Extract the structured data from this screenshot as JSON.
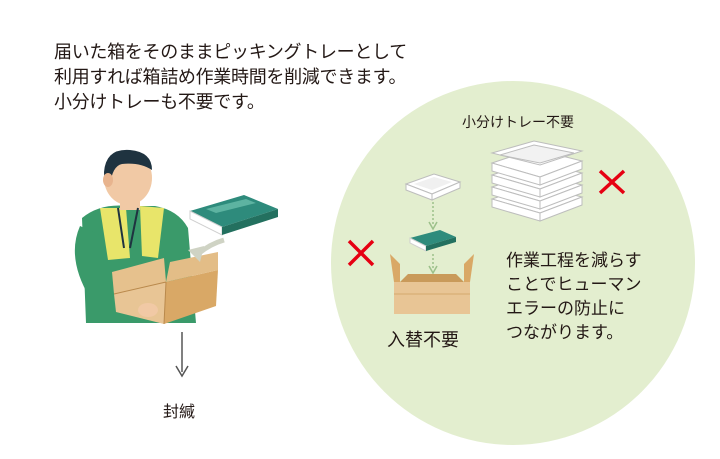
{
  "intro": {
    "lines": [
      "届いた箱をそのままピッキングトレーとして",
      "利用すれば箱詰め作業時間を削減できます。",
      "小分けトレーも不要です。"
    ]
  },
  "labels": {
    "tray_unneeded": "小分けトレー不要",
    "no_swap": "入替不要",
    "seal": "封緘",
    "effect": [
      "作業工程を減らす",
      "ことでヒューマン",
      "エラーの防止に",
      "つながります。"
    ]
  },
  "colors": {
    "circle": "#e3eecf",
    "cross": "#e60012",
    "box": "#d9b27a",
    "book": "#2e8b7c",
    "shirt": "#3a9a6a",
    "vest": "#e8e56a"
  }
}
